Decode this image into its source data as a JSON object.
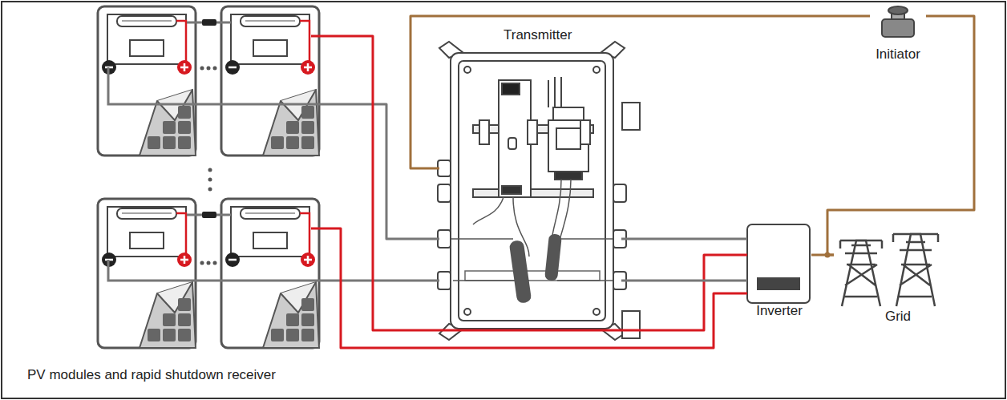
{
  "diagram": {
    "nodes": [
      {
        "text": [
          "PV modules and rapid shutdown receiver"
        ]
      },
      {
        "text": [
          "Transmitter"
        ]
      },
      {
        "text": [
          "Initiator"
        ]
      },
      {
        "text": [
          "Inverter"
        ]
      },
      {
        "text": [
          "Grid"
        ]
      }
    ],
    "edges": [
      {
        "from": 0,
        "to": 1,
        "arrow": "none"
      },
      {
        "from": 0,
        "to": 3,
        "arrow": "none"
      },
      {
        "from": 1,
        "to": 3,
        "arrow": "none"
      },
      {
        "from": 1,
        "to": 2,
        "arrow": "none"
      },
      {
        "from": 2,
        "to": 4,
        "arrow": "none"
      },
      {
        "from": 3,
        "to": 4,
        "arrow": "none"
      }
    ]
  }
}
